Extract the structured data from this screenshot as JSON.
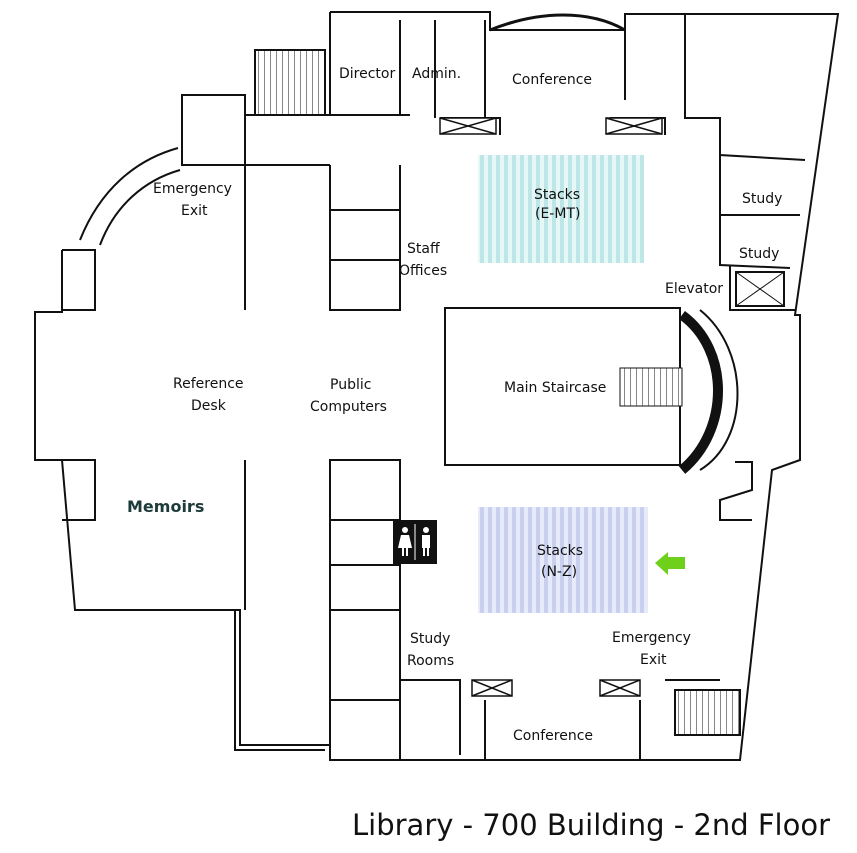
{
  "caption": "Library - 700 Building - 2nd Floor",
  "rooms": {
    "director": "Director",
    "admin": "Admin.",
    "conference_top": "Conference",
    "emergency_exit_left_1": "Emergency",
    "emergency_exit_left_2": "Exit",
    "stacks_em_1": "Stacks",
    "stacks_em_2": "(E-MT)",
    "study_1": "Study",
    "study_2": "Study",
    "staff_offices_1": "Staff",
    "staff_offices_2": "Offices",
    "elevator": "Elevator",
    "reference_desk_1": "Reference",
    "reference_desk_2": "Desk",
    "public_computers_1": "Public",
    "public_computers_2": "Computers",
    "main_staircase": "Main Staircase",
    "memoirs": "Memoirs",
    "stacks_nz_1": "Stacks",
    "stacks_nz_2": "(N-Z)",
    "study_rooms_1": "Study",
    "study_rooms_2": "Rooms",
    "emergency_exit_right_1": "Emergency",
    "emergency_exit_right_2": "Exit",
    "conference_bottom": "Conference"
  },
  "icons": {
    "restroom": "restroom-icon",
    "you_are_here": "you-are-here-arrow-icon"
  },
  "colors": {
    "stacks_em_fill": "#c8ecec",
    "stacks_nz_fill": "#cfd6f2",
    "you_are_here": "#6fd01c",
    "walls": "#111111"
  }
}
